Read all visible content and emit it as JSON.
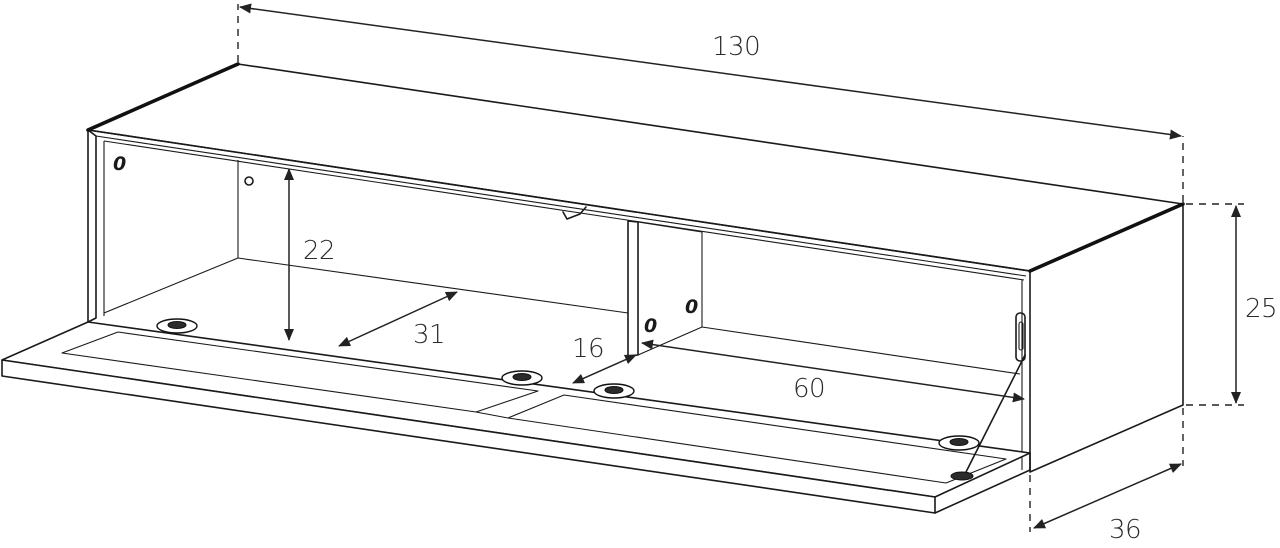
{
  "dimensions": {
    "width": "130",
    "height": "25",
    "depth": "36",
    "inner_height": "22",
    "inner_depth": "31",
    "divider_width": "16",
    "compartment_width": "60"
  },
  "cutout_markers": [
    "0",
    "0",
    "0"
  ]
}
